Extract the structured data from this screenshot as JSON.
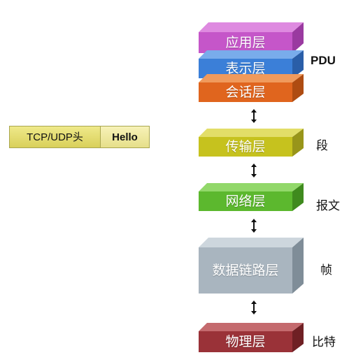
{
  "packet": {
    "header": "TCP/UDP头",
    "data": "Hello"
  },
  "pdu": "PDU",
  "layers": [
    {
      "id": "application",
      "label": "应用层",
      "front": "#c556c9",
      "top": "#de8ae0",
      "side": "#9a3aa0"
    },
    {
      "id": "presentation",
      "label": "表示层",
      "front": "#3b7fd8",
      "top": "#79aceb",
      "side": "#2a5ea8"
    },
    {
      "id": "session",
      "label": "会话层",
      "front": "#e0651e",
      "top": "#f09a5c",
      "side": "#ae4c12"
    },
    {
      "id": "transport",
      "label": "传输层",
      "front": "#c6c21e",
      "top": "#e2de68",
      "side": "#98951a",
      "unit": "段"
    },
    {
      "id": "network",
      "label": "网络层",
      "front": "#5cb82e",
      "top": "#92d86a",
      "side": "#3f8a1e",
      "unit": "报文"
    },
    {
      "id": "datalink",
      "label": "数据链路层",
      "front": "#a9b5bf",
      "top": "#cdd6dd",
      "side": "#7f8d98",
      "unit": "帧"
    },
    {
      "id": "physical",
      "label": "物理层",
      "front": "#9a3238",
      "top": "#c46a6e",
      "side": "#6f2024",
      "unit": "比特"
    }
  ],
  "colors": {
    "arrow": "#111111",
    "packet_border": "#a9a650"
  }
}
